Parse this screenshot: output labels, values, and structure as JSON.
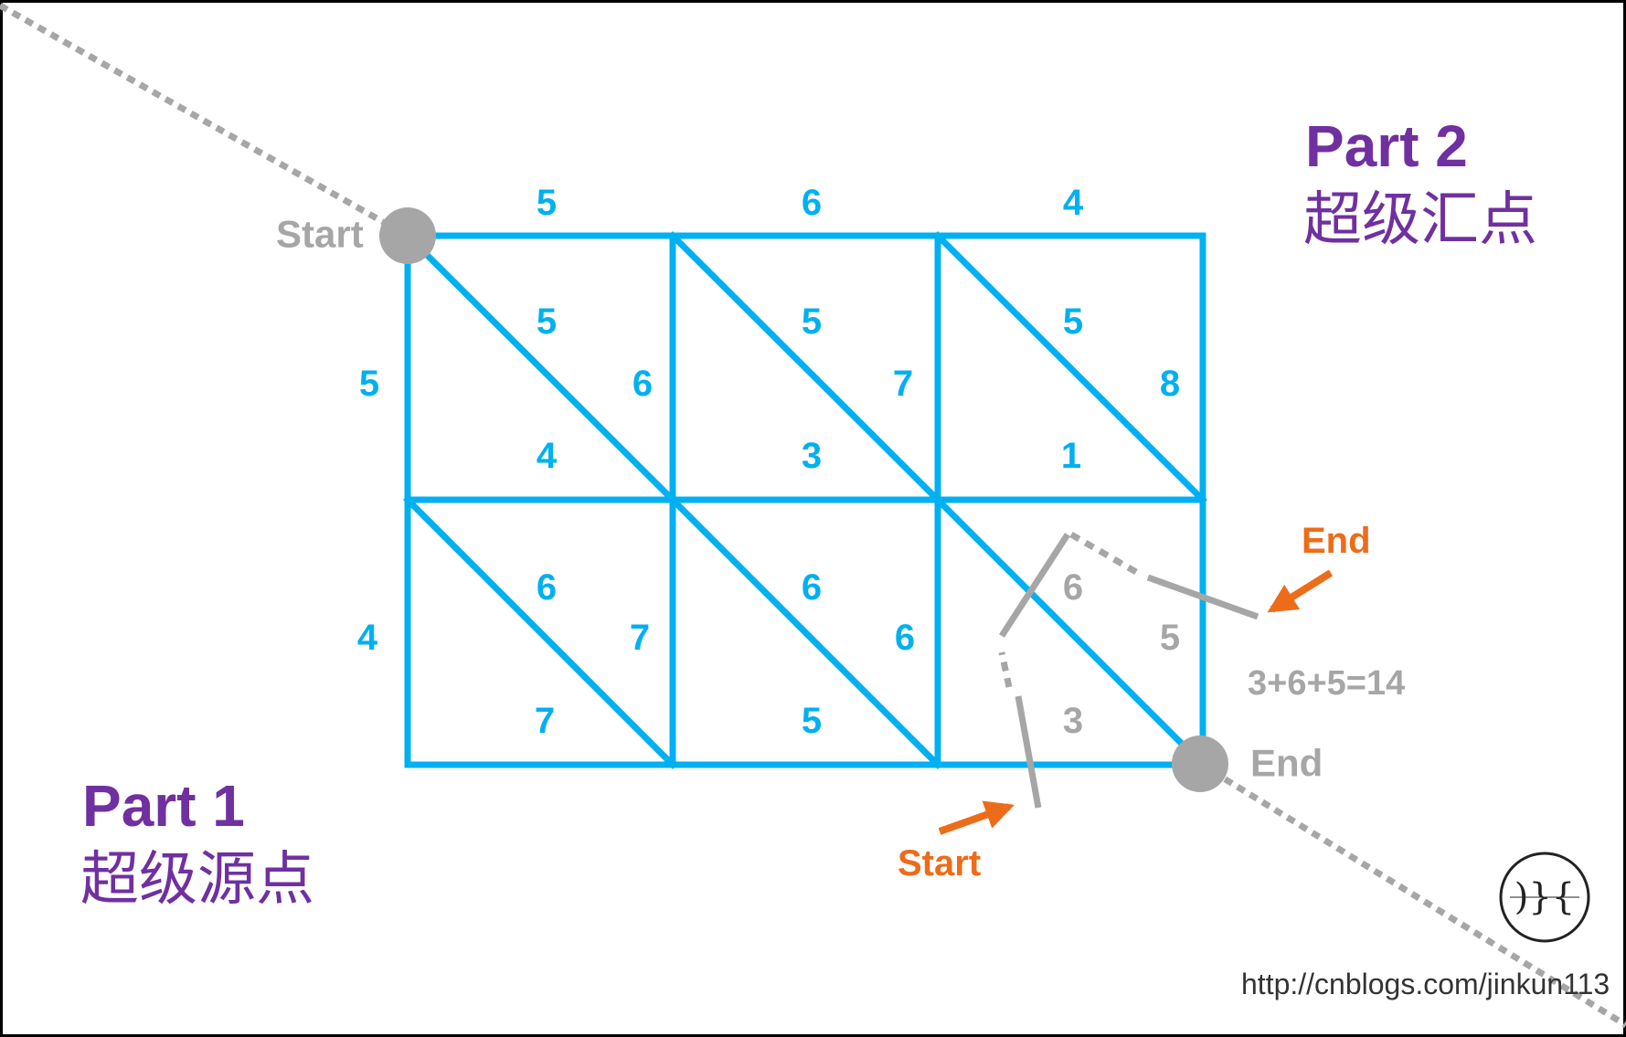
{
  "parts": {
    "part1": {
      "title": "Part 1",
      "subtitle": "超级源点"
    },
    "part2": {
      "title": "Part 2",
      "subtitle": "超级汇点"
    }
  },
  "nodes": {
    "start_label": "Start",
    "end_label": "End"
  },
  "grid": {
    "horizontal_top": [
      "5",
      "6",
      "4"
    ],
    "horizontal_mid": [
      "4",
      "3",
      "1"
    ],
    "horizontal_bottom": [
      "7",
      "5",
      "3"
    ],
    "vertical_row1": [
      "5",
      "6",
      "7",
      "8"
    ],
    "vertical_row2": [
      "4",
      "7",
      "6",
      "5"
    ],
    "diagonal_row1": [
      "5",
      "5",
      "5"
    ],
    "diagonal_row2": [
      "6",
      "6",
      "6"
    ]
  },
  "cut": {
    "start_label": "Start",
    "end_label": "End",
    "formula": "3+6+5=14"
  },
  "footer": {
    "logo": ")}{",
    "url": "http://cnblogs.com/jinkun113"
  },
  "colors": {
    "grid": "#00b0f0",
    "node": "#a6a6a6",
    "accent": "#ed6c1a",
    "title": "#7030a0"
  }
}
